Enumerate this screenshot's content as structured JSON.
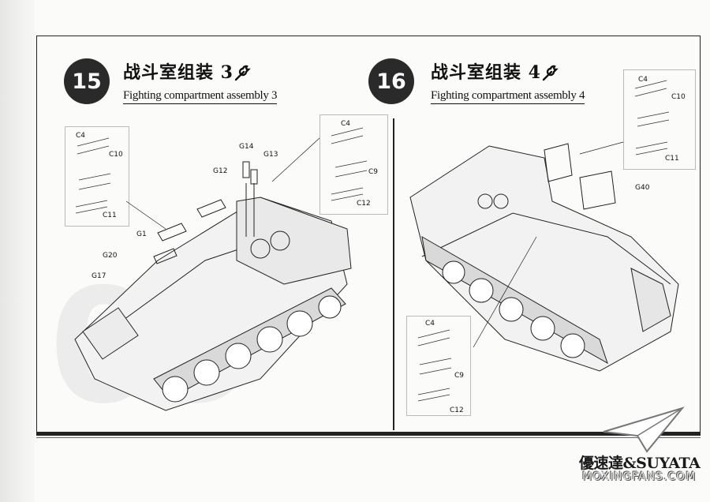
{
  "steps": [
    {
      "number": "15",
      "title_cn": "战斗室组装 3",
      "title_en": "Fighting compartment assembly 3"
    },
    {
      "number": "16",
      "title_cn": "战斗室组装 4",
      "title_en": "Fighting compartment assembly 4"
    }
  ],
  "watermark_number": "05",
  "parts_step15": {
    "callout_left": [
      "C4",
      "C10",
      "C11"
    ],
    "callout_right": [
      "C4",
      "C9",
      "C12"
    ],
    "labels": [
      "G14",
      "G13",
      "G12",
      "G1",
      "G20",
      "G17"
    ]
  },
  "parts_step16": {
    "callout_top": [
      "C4",
      "C10",
      "C11"
    ],
    "callout_bottom": [
      "C4",
      "C9",
      "C12"
    ],
    "labels": [
      "G40"
    ]
  },
  "branding": {
    "name": "優速達&SUYATA",
    "site": "MOXINGFANS.COM"
  },
  "icons": {
    "assembly": "wrench-icon"
  }
}
